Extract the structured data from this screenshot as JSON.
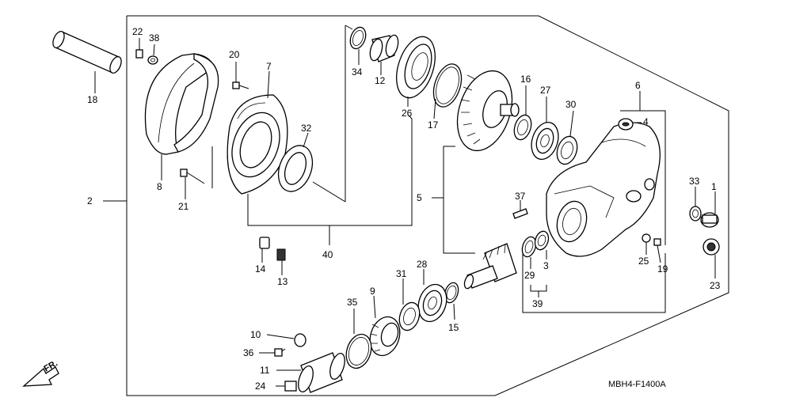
{
  "diagram": {
    "code": "MBH4-F1400A",
    "direction": "FR.",
    "parts": [
      "1",
      "2",
      "3",
      "4",
      "5",
      "6",
      "7",
      "8",
      "9",
      "10",
      "11",
      "12",
      "13",
      "14",
      "15",
      "16",
      "17",
      "18",
      "19",
      "20",
      "21",
      "22",
      "23",
      "24",
      "25",
      "26",
      "27",
      "28",
      "29",
      "30",
      "31",
      "32",
      "33",
      "34",
      "35",
      "36",
      "37",
      "38",
      "39",
      "40"
    ]
  }
}
